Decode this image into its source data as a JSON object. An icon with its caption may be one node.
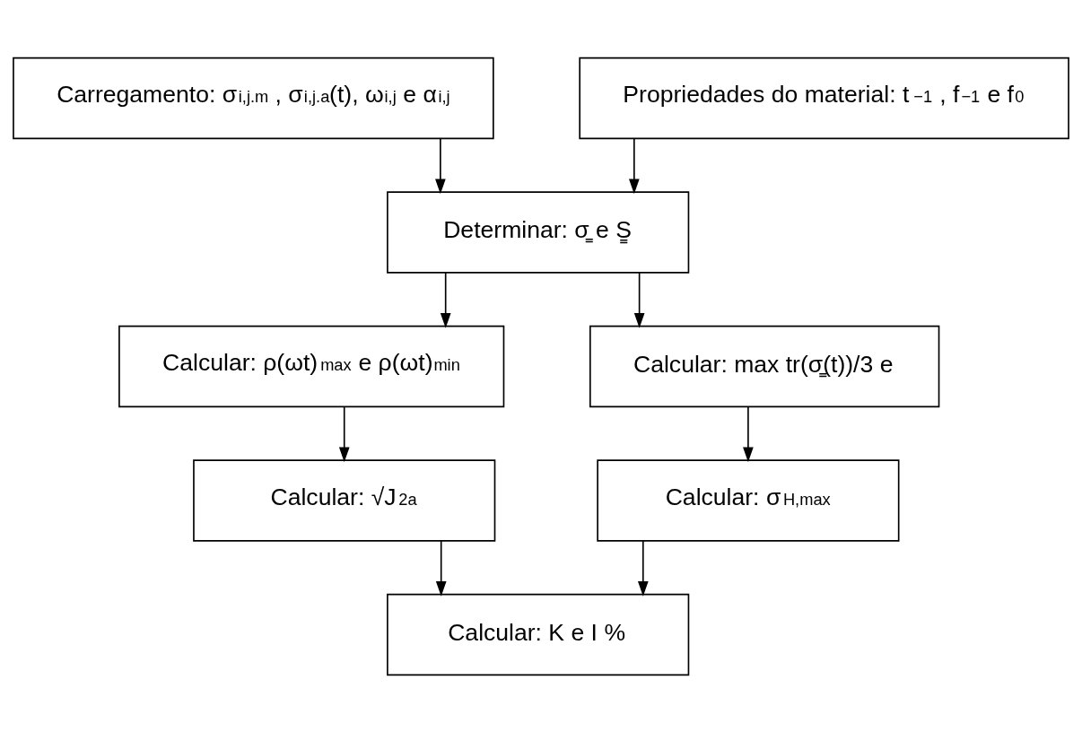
{
  "diagram": {
    "nodes": [
      {
        "text": [
          "Carregamento: σ$_{i,j.m}$ , σ$_{i,j.a}$(t), ω$_{i,j}$ e α$_{i,j}$"
        ]
      },
      {
        "text": [
          "Propriedades do material: t$_{−1}$ , f$_{−1}$ e f$_{0}$"
        ]
      },
      {
        "text": [
          "Determinar: σ̳ e S̳"
        ]
      },
      {
        "text": [
          "Calcular: ρ(ωt)$_{max}$ e ρ(ωt)$_{min}$"
        ]
      },
      {
        "text": [
          "Calcular: max tr(σ̳(t))/3 e"
        ]
      },
      {
        "text": [
          "Calcular: √J$_{2a}$"
        ]
      },
      {
        "text": [
          "Calcular: σ$_{H,max}$"
        ]
      },
      {
        "text": [
          "Calcular: K e I %"
        ]
      }
    ],
    "edges": [
      {
        "from": 0,
        "to": 2,
        "arrow": "to"
      },
      {
        "from": 1,
        "to": 2,
        "arrow": "to"
      },
      {
        "from": 2,
        "to": 3,
        "arrow": "to"
      },
      {
        "from": 2,
        "to": 4,
        "arrow": "to"
      },
      {
        "from": 3,
        "to": 5,
        "arrow": "to"
      },
      {
        "from": 4,
        "to": 6,
        "arrow": "to"
      },
      {
        "from": 5,
        "to": 7,
        "arrow": "to"
      },
      {
        "from": 6,
        "to": 7,
        "arrow": "to"
      }
    ]
  }
}
